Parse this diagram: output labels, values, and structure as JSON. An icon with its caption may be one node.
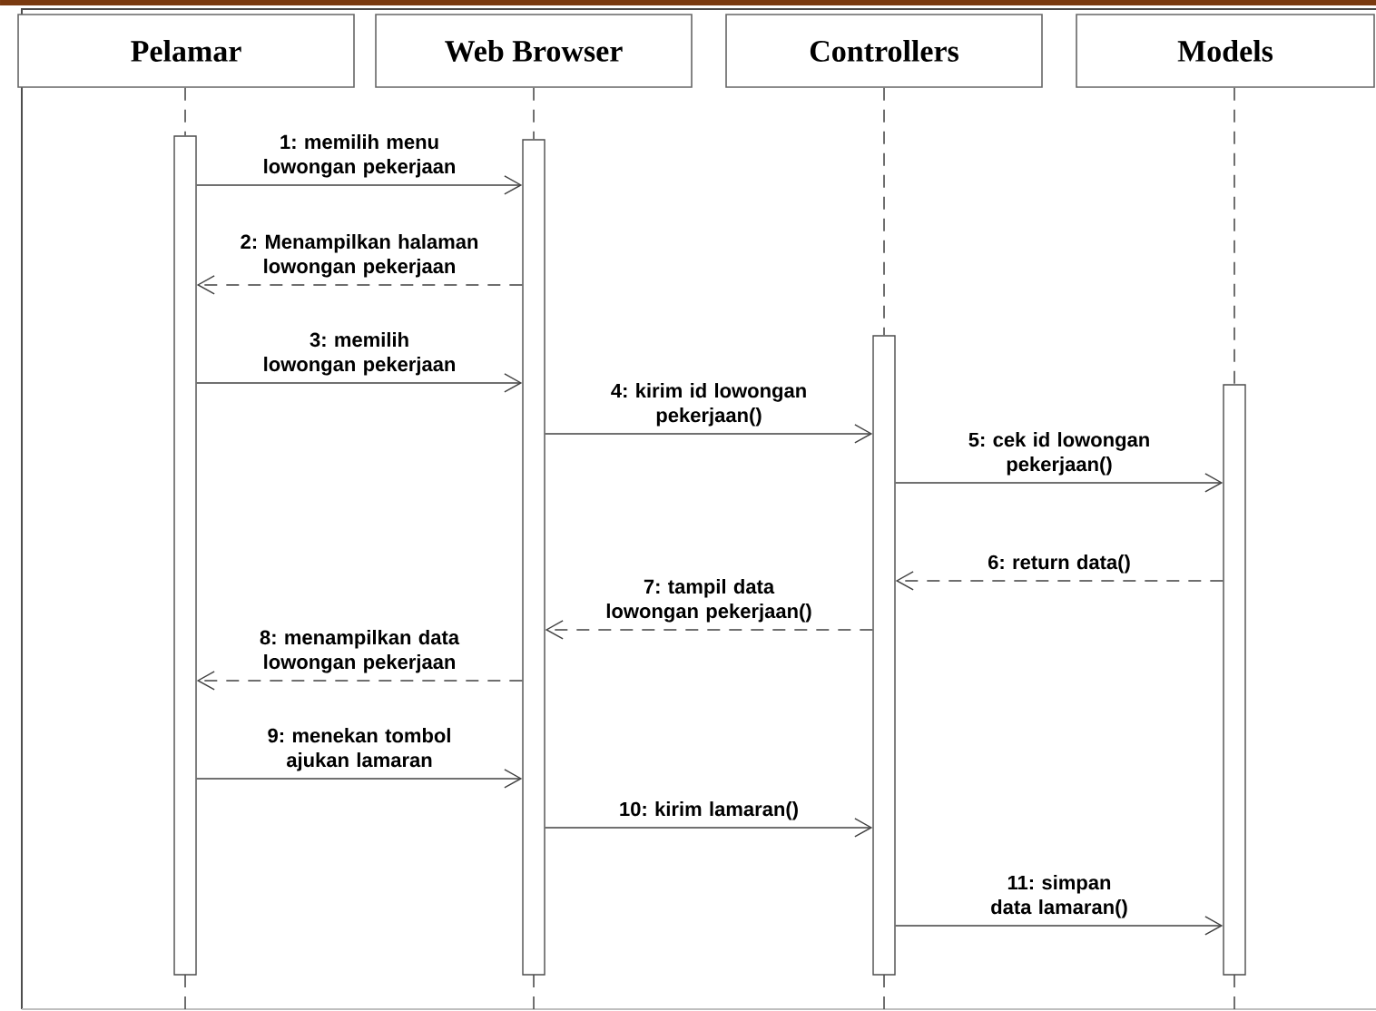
{
  "diagram": {
    "nodes": [
      {
        "text": [
          "Pelamar"
        ]
      },
      {
        "text": [
          "Web Browser"
        ]
      },
      {
        "text": [
          "Controllers"
        ]
      },
      {
        "text": [
          "Models"
        ]
      },
      {
        "text": [],
        "shape": "bar"
      },
      {
        "text": [],
        "shape": "bar"
      },
      {
        "text": [],
        "shape": "bar"
      },
      {
        "text": [],
        "shape": "bar"
      }
    ],
    "edges": [
      {
        "from": 0,
        "to": 4,
        "arrow": "none",
        "style": "dashed"
      },
      {
        "from": 1,
        "to": 5,
        "arrow": "none",
        "style": "dashed"
      },
      {
        "from": 2,
        "to": 6,
        "arrow": "none",
        "style": "dashed"
      },
      {
        "from": 3,
        "to": 7,
        "arrow": "none",
        "style": "dashed"
      },
      {
        "from": 4,
        "to": 5,
        "arrow": "to",
        "label": "1: memilih menu lowongan pekerjaan"
      },
      {
        "from": 5,
        "to": 4,
        "arrow": "to",
        "label": "2: Menampilkan halaman lowongan pekerjaan",
        "style": "dashed"
      },
      {
        "from": 4,
        "to": 5,
        "arrow": "to",
        "label": "3: memilih lowongan pekerjaan"
      },
      {
        "from": 5,
        "to": 6,
        "arrow": "to",
        "label": "4: kirim id lowongan pekerjaan()"
      },
      {
        "from": 6,
        "to": 7,
        "arrow": "to",
        "label": "5: cek id lowongan pekerjaan()"
      },
      {
        "from": 7,
        "to": 6,
        "arrow": "to",
        "label": "6: return data()",
        "style": "dashed"
      },
      {
        "from": 6,
        "to": 5,
        "arrow": "to",
        "label": "7: tampil data lowongan pekerjaan()",
        "style": "dashed"
      },
      {
        "from": 5,
        "to": 4,
        "arrow": "to",
        "label": "8: menampilkan data lowongan pekerjaan",
        "style": "dashed"
      },
      {
        "from": 4,
        "to": 5,
        "arrow": "to",
        "label": "9: menekan tombol ajukan lamaran"
      },
      {
        "from": 5,
        "to": 6,
        "arrow": "to",
        "label": "10: kirim lamaran()"
      },
      {
        "from": 6,
        "to": 7,
        "arrow": "to",
        "label": "11: simpan data lamaran()"
      }
    ]
  }
}
